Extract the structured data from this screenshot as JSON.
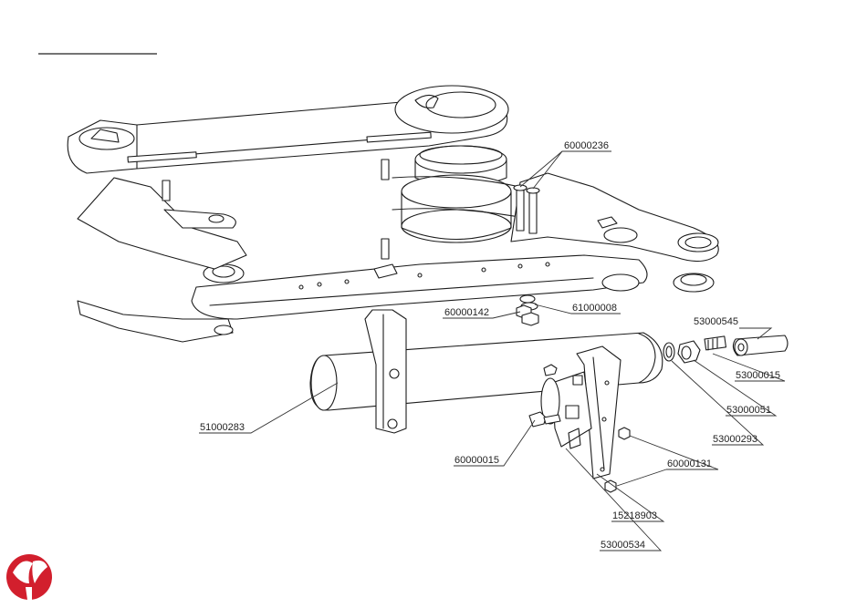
{
  "parts": {
    "p60000236": "60000236",
    "p61000008": "61000008",
    "p60000142": "60000142",
    "p53000545": "53000545",
    "p53000015": "53000015",
    "p53000051": "53000051",
    "p53000293": "53000293",
    "p51000283": "51000283",
    "p60000015": "60000015",
    "p60000131": "60000131",
    "p15218903": "15218903",
    "p53000534": "53000534"
  },
  "colors": {
    "logo": "#d21f2d",
    "line": "#1c1c1c"
  },
  "logo_icon": "bird-leaf-logo"
}
